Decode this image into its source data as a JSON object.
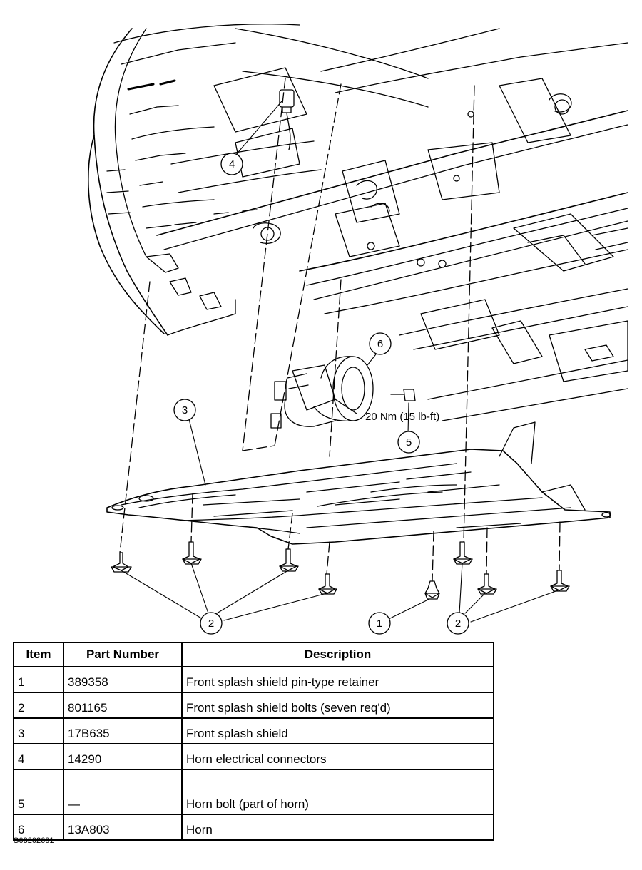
{
  "callouts": {
    "c1": "1",
    "c2a": "2",
    "c2b": "2",
    "c3": "3",
    "c4": "4",
    "c5": "5",
    "c6": "6"
  },
  "torque": "20 Nm (15 lb-ft)",
  "table": {
    "headers": [
      "Item",
      "Part Number",
      "Description"
    ],
    "rows": [
      {
        "item": "1",
        "part": "389358",
        "desc": "Front splash shield pin-type retainer"
      },
      {
        "item": "2",
        "part": "801165",
        "desc": "Front splash shield bolts (seven req'd)"
      },
      {
        "item": "3",
        "part": "17B635",
        "desc": "Front splash shield"
      },
      {
        "item": "4",
        "part": "14290",
        "desc": "Horn electrical connectors"
      },
      {
        "item": "5",
        "part": "—",
        "desc": "Horn bolt (part of horn)"
      },
      {
        "item": "6",
        "part": "13A803",
        "desc": "Horn"
      }
    ]
  },
  "figure_code": "G03202601"
}
